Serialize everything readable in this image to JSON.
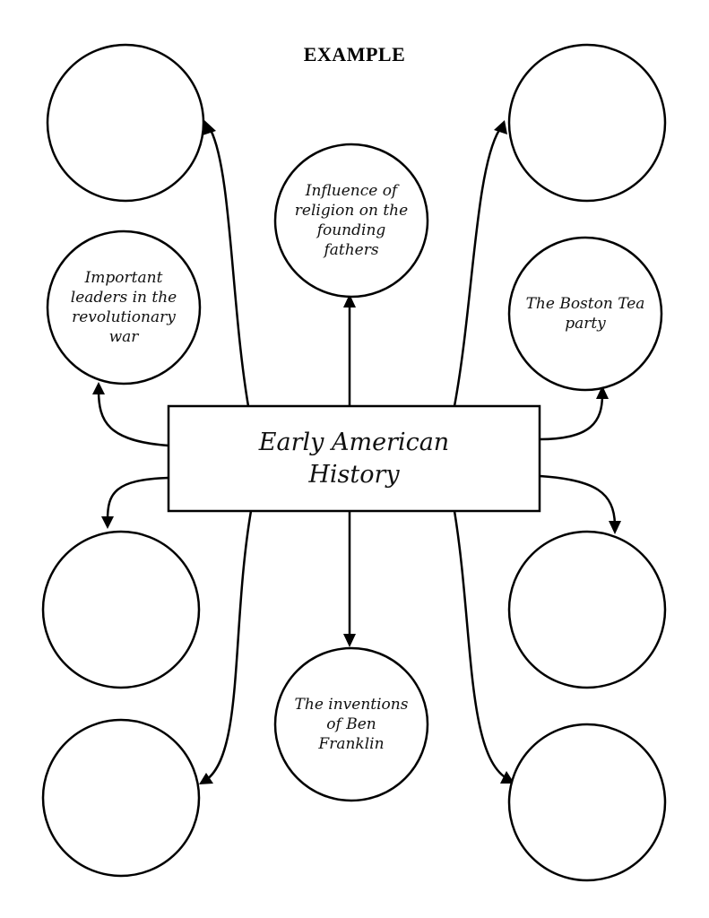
{
  "heading": "EXAMPLE",
  "center": {
    "label": "Early American\nHistory"
  },
  "bubbles": {
    "top_left": "",
    "top_right": "",
    "upper_left": "Important\nleaders in the\nrevolutionary\nwar",
    "upper_center": "Influence of\nreligion on the\nfounding\nfathers",
    "upper_right": "The Boston Tea\nparty",
    "lower_left": "",
    "lower_right": "",
    "lower_center": "The inventions\nof Ben\nFranklin",
    "bottom_left": "",
    "bottom_right": ""
  }
}
